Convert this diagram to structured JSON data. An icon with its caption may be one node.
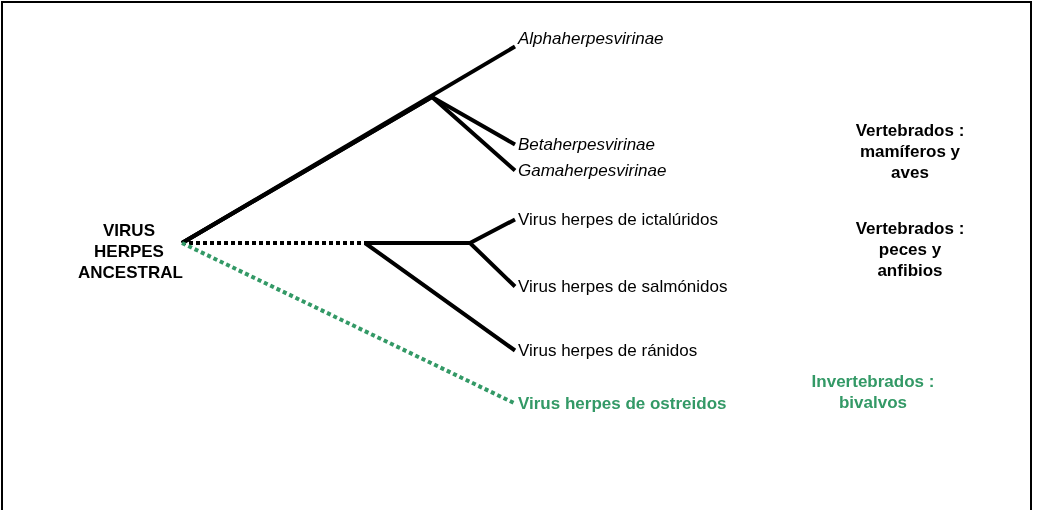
{
  "diagram": {
    "nodes": [
      {
        "text": [
          "VIRUS HERPES ANCESTRAL"
        ]
      },
      {
        "text": [
          "Alphaherpesvirinae"
        ]
      },
      {
        "text": [
          "Betaherpesvirinae"
        ]
      },
      {
        "text": [
          "Gamaherpesvirinae"
        ]
      },
      {
        "text": [
          "Virus herpes de ictalúridos"
        ]
      },
      {
        "text": [
          "Virus herpes de salmónidos"
        ]
      },
      {
        "text": [
          "Virus herpes de ránidos"
        ]
      },
      {
        "text": [
          "Virus herpes de ostreidos"
        ]
      }
    ],
    "edges": [
      {
        "from": 0,
        "to": 1,
        "arrow": "none"
      },
      {
        "from": 0,
        "to": 2,
        "arrow": "none"
      },
      {
        "from": 0,
        "to": 3,
        "arrow": "none"
      },
      {
        "from": 0,
        "to": 4,
        "arrow": "none",
        "style": "dashed"
      },
      {
        "from": 0,
        "to": 5,
        "arrow": "none",
        "style": "dashed"
      },
      {
        "from": 0,
        "to": 6,
        "arrow": "none",
        "style": "dashed"
      },
      {
        "from": 0,
        "to": 7,
        "arrow": "none",
        "style": "dashed",
        "color": "#339966"
      }
    ],
    "labels": [
      "Vertebrados : mamíferos y aves",
      "Vertebrados : peces y anfibios",
      "Invertebrados : bivalvos"
    ]
  }
}
